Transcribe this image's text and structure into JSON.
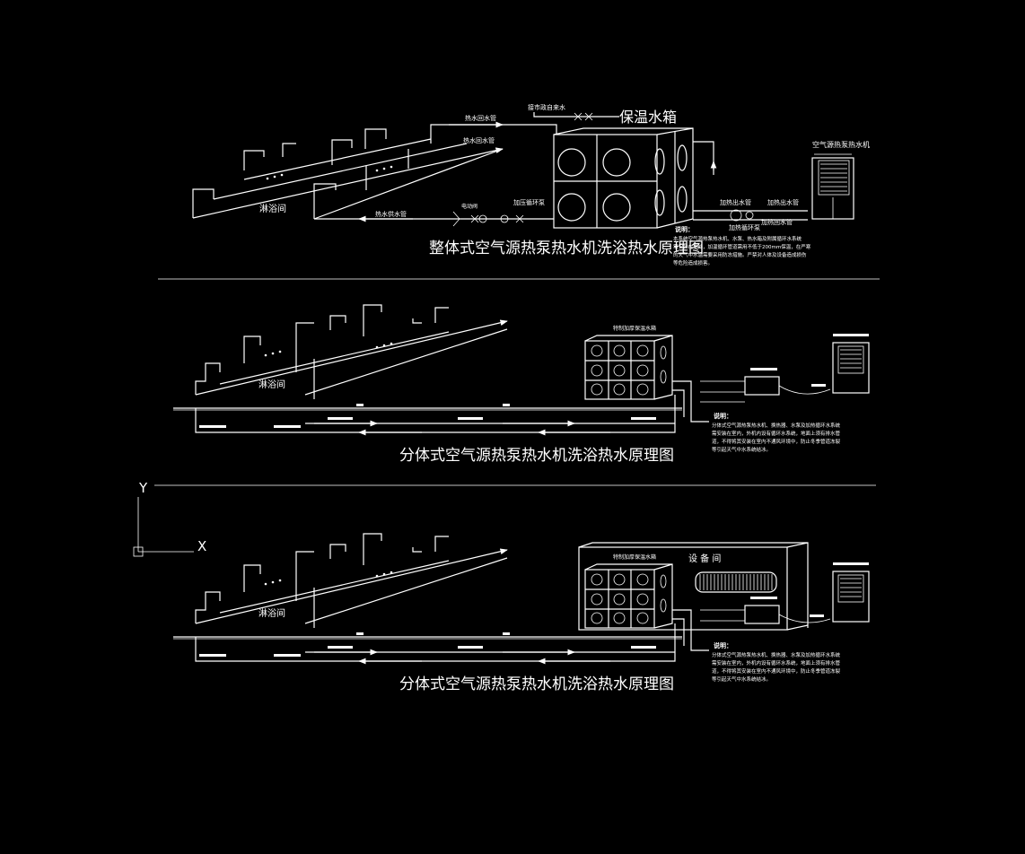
{
  "diagrams": [
    {
      "title": "整体式空气源热泵热水机洗浴热水原理图",
      "tank_label": "保温水箱",
      "room_label": "淋浴间",
      "unit_label": "空气源热泵热水机",
      "labels": {
        "supply_main": "热水回水管",
        "return_top": "热水回水管",
        "hot_supply": "热水供水管",
        "makeup": "接市政自来水",
        "circ_pump": "加压循环泵",
        "heat_in": "加热出水管",
        "heat_pump_loop": "加热循环泵",
        "heat_out": "加热出水管",
        "heat_ret": "加热回水管",
        "valve": "电动阀"
      },
      "note_title": "说明：",
      "note_lines": [
        "本系统空气源热泵热水机、水泵、热水箱及附属循环水系统",
        "需安装在室外，加温循环管道需用不低于200mm保温，在严寒",
        "的天气中水温需要采用防冻措施。严禁对人体及设备造成损伤",
        "等危险造成损害。"
      ]
    },
    {
      "title": "分体式空气源热泵热水机洗浴热水原理图",
      "tank_label": "特制加厚保温水箱",
      "room_label": "淋浴间",
      "note_title": "说明：",
      "note_lines": [
        "分体式空气源热泵热水机、换热器、水泵及加热循环水系统",
        "需安装在室内，外机内设有循环水系统，地面上须有排水管",
        "道，不得将其安装在室内不通风环境中，防止冬季管道冻裂",
        "等引起天气中水系统结冰。"
      ]
    },
    {
      "title": "分体式空气源热泵热水机洗浴热水原理图",
      "tank_label": "特制加厚保温水箱",
      "room_label": "淋浴间",
      "equip_room": "设 备 间",
      "note_title": "说明：",
      "note_lines": [
        "分体式空气源热泵热水机、换热器、水泵及加热循环水系统",
        "需安装在室内，外机内设有循环水系统，地面上须有排水管",
        "道，不得将其安装在室内不通风环境中，防止冬季管道冻裂",
        "等引起天气中水系统结冰。"
      ]
    }
  ],
  "ucs": {
    "y_label": "Y",
    "x_label": "X"
  },
  "colors": {
    "background": "#000000",
    "line": "#ffffff"
  }
}
